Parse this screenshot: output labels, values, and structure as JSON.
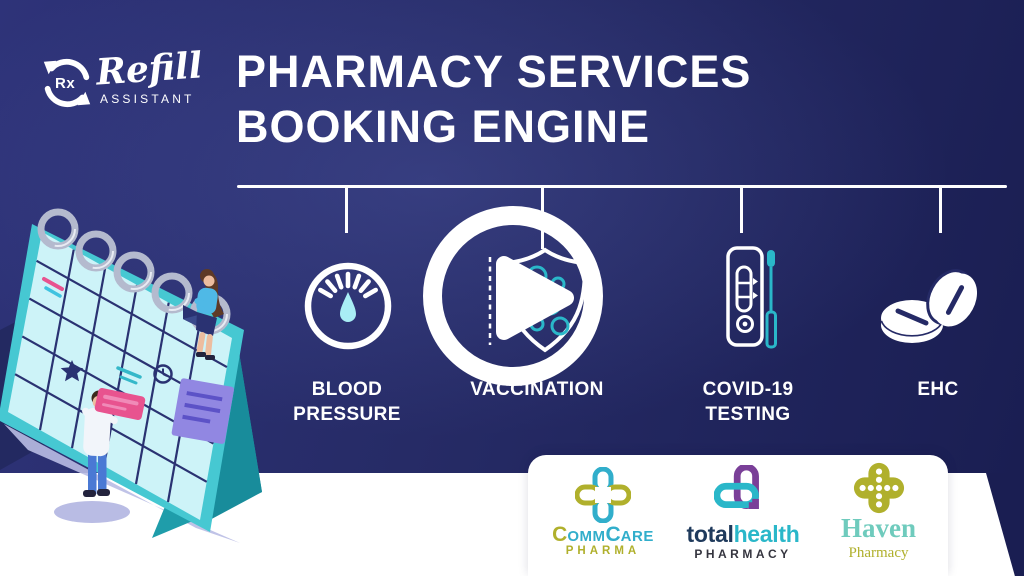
{
  "page": {
    "type": "pharmacy-services-video-thumbnail"
  },
  "brand": {
    "rx": "Rx",
    "name": "Refill",
    "subtitle": "ASSISTANT"
  },
  "title": {
    "line1": "PHARMACY SERVICES",
    "line2": "BOOKING ENGINE"
  },
  "services": [
    {
      "id": "blood-pressure",
      "line1": "BLOOD",
      "line2": "PRESSURE"
    },
    {
      "id": "vaccination",
      "line1": "VACCINATION",
      "line2": ""
    },
    {
      "id": "covid-testing",
      "line1": "COVID-19",
      "line2": "TESTING"
    },
    {
      "id": "ehc",
      "line1": "EHC",
      "line2": ""
    }
  ],
  "partners": [
    {
      "id": "commcare",
      "c1": "C",
      "p1": "OMM",
      "c2": "C",
      "p2": "ARE",
      "sub": "PHARMA"
    },
    {
      "id": "totalhealth",
      "p1": "total",
      "p2": "health",
      "sub": "PHARMACY"
    },
    {
      "id": "haven",
      "name": "Haven",
      "sub": "Pharmacy"
    }
  ],
  "colors": {
    "navy-a": "#2e3379",
    "navy-b": "#262b66",
    "navy-c": "#1a1e52",
    "ink-navy": "#2a3272",
    "teal": "#2ab7c9",
    "cyan-light": "#a9eef5",
    "olive": "#b0b02c",
    "commcare-teal": "#31aecb",
    "purple": "#7a3f98",
    "total-dark": "#1f3a5c",
    "total-gray": "#35353f",
    "haven-aqua": "#6fcbbd",
    "pink": "#e8538f",
    "note-purple": "#9187e2"
  }
}
